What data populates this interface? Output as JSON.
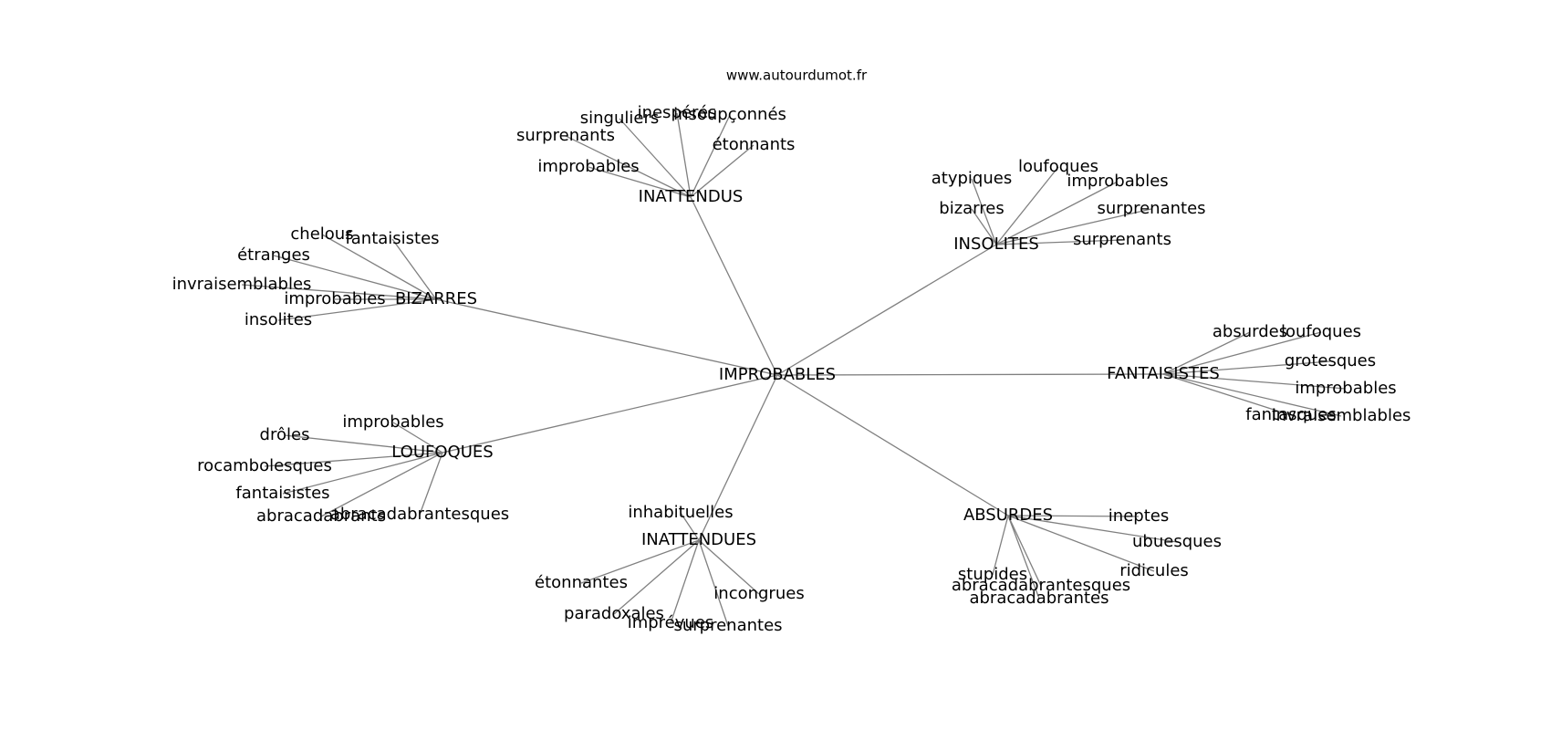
{
  "credit": "www.autourdumot.fr",
  "colors": {
    "edge": "#808080",
    "text": "#000000",
    "background": "#ffffff"
  },
  "graph": {
    "center": "IMPROBABLES",
    "clusters": [
      {
        "hub": "INATTENDUS",
        "words": [
          "inespérés",
          "insoupçonnés",
          "singuliers",
          "surprenants",
          "étonnants",
          "improbables"
        ]
      },
      {
        "hub": "INSOLITES",
        "words": [
          "atypiques",
          "loufoques",
          "improbables",
          "bizarres",
          "surprenantes",
          "surprenants"
        ]
      },
      {
        "hub": "BIZARRES",
        "words": [
          "chelous",
          "fantaisistes",
          "étranges",
          "invraisemblables",
          "improbables",
          "insolites"
        ]
      },
      {
        "hub": "FANTAISISTES",
        "words": [
          "absurdes",
          "loufoques",
          "grotesques",
          "improbables",
          "fantasques",
          "invraisemblables"
        ]
      },
      {
        "hub": "LOUFOQUES",
        "words": [
          "improbables",
          "drôles",
          "rocambolesques",
          "fantaisistes",
          "abracadabrants",
          "abracadabrantesques"
        ]
      },
      {
        "hub": "INATTENDUES",
        "words": [
          "inhabituelles",
          "étonnantes",
          "paradoxales",
          "imprévues",
          "surprenantes",
          "incongrues"
        ]
      },
      {
        "hub": "ABSURDES",
        "words": [
          "ineptes",
          "ubuesques",
          "ridicules",
          "stupides",
          "abracadabrantesques",
          "abracadabrantes"
        ]
      }
    ]
  }
}
